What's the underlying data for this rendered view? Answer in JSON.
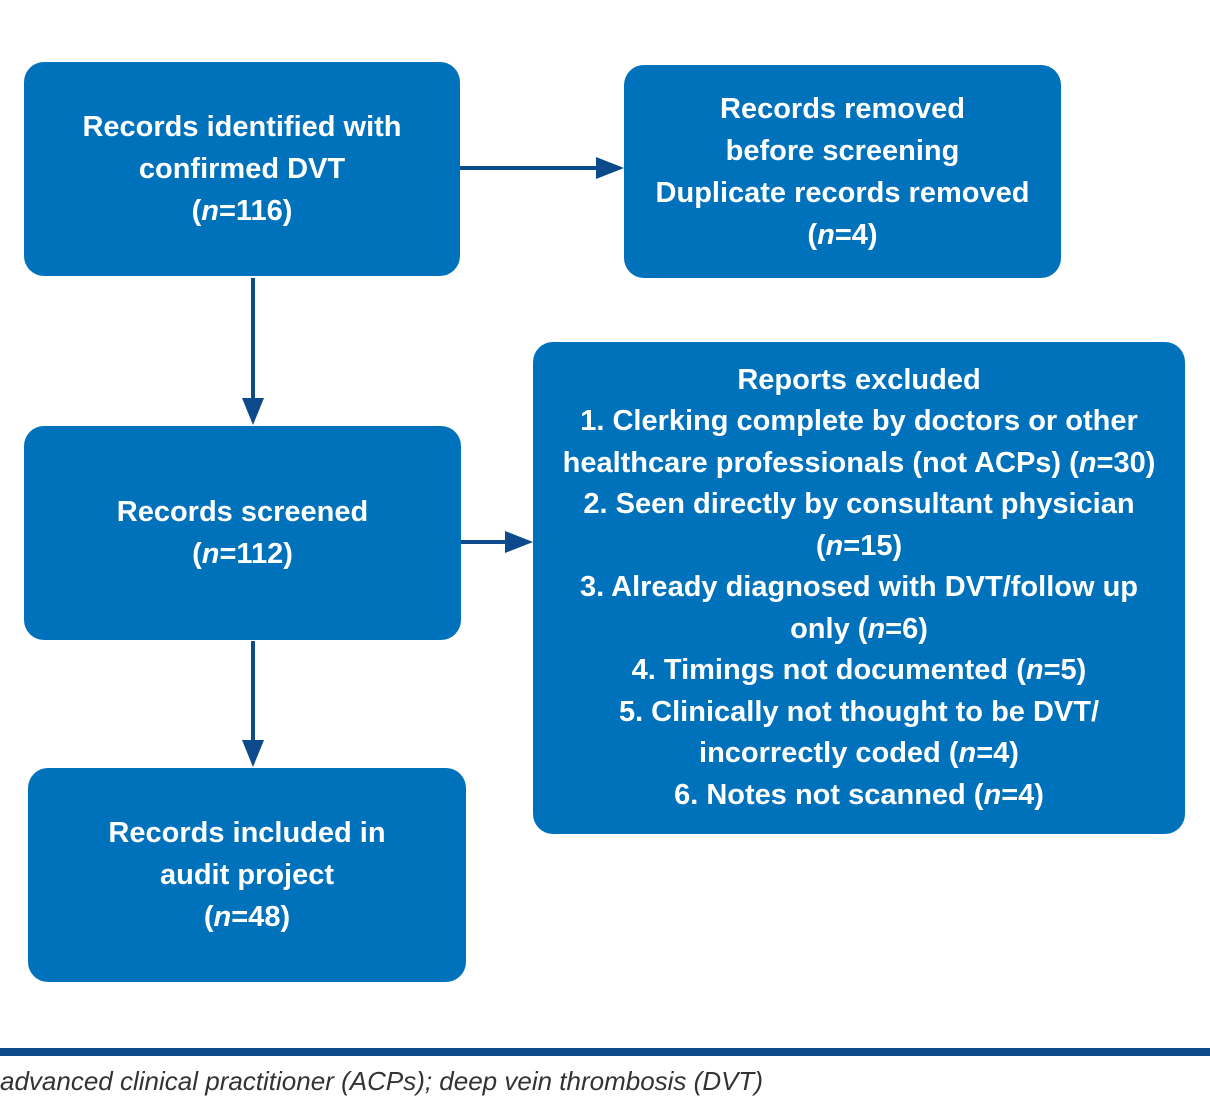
{
  "flowchart": {
    "identified": {
      "lines": [
        "Records identified with",
        "confirmed DVT"
      ],
      "n_label": "n",
      "n_value": "=116"
    },
    "removed": {
      "lines": [
        "Records removed",
        "before screening",
        "Duplicate records removed"
      ],
      "n_label": "n",
      "n_value": "=4"
    },
    "screened": {
      "lines": [
        "Records screened"
      ],
      "n_label": "n",
      "n_value": "=112"
    },
    "excluded": {
      "title": "Reports excluded",
      "item1_a": "1. Clerking complete by doctors or other",
      "item1_b_prefix": "healthcare professionals (not ACPs) (",
      "item1_n": "n",
      "item1_b_suffix": "=30)",
      "item2_a": "2. Seen directly by consultant physician",
      "item2_n": "n",
      "item2_b_suffix": "=15)",
      "item3_a": "3. Already diagnosed with DVT/follow up",
      "item3_b_prefix": "only (",
      "item3_n": "n",
      "item3_b_suffix": "=6)",
      "item4_prefix": "4. Timings not documented (",
      "item4_n": "n",
      "item4_suffix": "=5)",
      "item5_a": "5. Clinically not thought to be DVT/",
      "item5_b_prefix": "incorrectly coded (",
      "item5_n": "n",
      "item5_b_suffix": "=4)",
      "item6_prefix": "6. Notes not scanned (",
      "item6_n": "n",
      "item6_suffix": "=4)"
    },
    "included": {
      "lines": [
        "Records included in",
        "audit project"
      ],
      "n_label": "n",
      "n_value": "=48"
    }
  },
  "footnote": "advanced clinical practitioner (ACPs); deep vein thrombosis (DVT)",
  "colors": {
    "box_fill": "#0072bc",
    "arrow": "#0c4a8c",
    "text": "#ffffff",
    "footer_rule": "#0c4a8c"
  }
}
